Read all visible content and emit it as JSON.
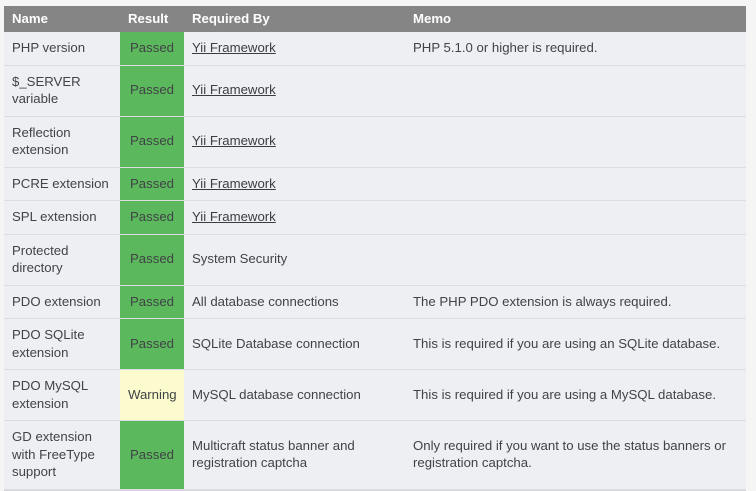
{
  "table": {
    "columns": [
      {
        "key": "name",
        "label": "Name"
      },
      {
        "key": "result",
        "label": "Result"
      },
      {
        "key": "req",
        "label": "Required By"
      },
      {
        "key": "memo",
        "label": "Memo"
      }
    ],
    "status_labels": {
      "passed": "Passed",
      "warning": "Warning"
    },
    "colors": {
      "header_bg": "#858585",
      "header_text": "#ffffff",
      "row_bg": "#eeeff2",
      "row_border": "#dcdde0",
      "passed_bg": "#5cb85c",
      "passed_text": "#ffffff",
      "warning_bg": "#fbfbcd",
      "warning_text": "#3e4145",
      "body_text": "#404347",
      "page_bg": "#f5f5f6"
    },
    "rows": [
      {
        "name": "PHP version",
        "result": "Passed",
        "status": "passed",
        "required_by": "Yii Framework",
        "required_by_is_link": true,
        "memo": "PHP 5.1.0 or higher is required."
      },
      {
        "name": "$_SERVER variable",
        "result": "Passed",
        "status": "passed",
        "required_by": "Yii Framework",
        "required_by_is_link": true,
        "memo": ""
      },
      {
        "name": "Reflection extension",
        "result": "Passed",
        "status": "passed",
        "required_by": "Yii Framework",
        "required_by_is_link": true,
        "memo": ""
      },
      {
        "name": "PCRE extension",
        "result": "Passed",
        "status": "passed",
        "required_by": "Yii Framework",
        "required_by_is_link": true,
        "memo": ""
      },
      {
        "name": "SPL extension",
        "result": "Passed",
        "status": "passed",
        "required_by": "Yii Framework",
        "required_by_is_link": true,
        "memo": ""
      },
      {
        "name": "Protected directory",
        "result": "Passed",
        "status": "passed",
        "required_by": "System Security",
        "required_by_is_link": false,
        "memo": ""
      },
      {
        "name": "PDO extension",
        "result": "Passed",
        "status": "passed",
        "required_by": "All database connections",
        "required_by_is_link": false,
        "memo": "The PHP PDO extension is always required."
      },
      {
        "name": "PDO SQLite extension",
        "result": "Passed",
        "status": "passed",
        "required_by": "SQLite Database connection",
        "required_by_is_link": false,
        "memo": "This is required if you are using an SQLite database."
      },
      {
        "name": "PDO MySQL extension",
        "result": "Warning",
        "status": "warning",
        "required_by": "MySQL database connection",
        "required_by_is_link": false,
        "memo": "This is required if you are using a MySQL database."
      },
      {
        "name": "GD extension with FreeType support",
        "result": "Passed",
        "status": "passed",
        "required_by": "Multicraft status banner and registration captcha",
        "required_by_is_link": false,
        "memo": "Only required if you want to use the status banners or registration captcha."
      }
    ]
  }
}
